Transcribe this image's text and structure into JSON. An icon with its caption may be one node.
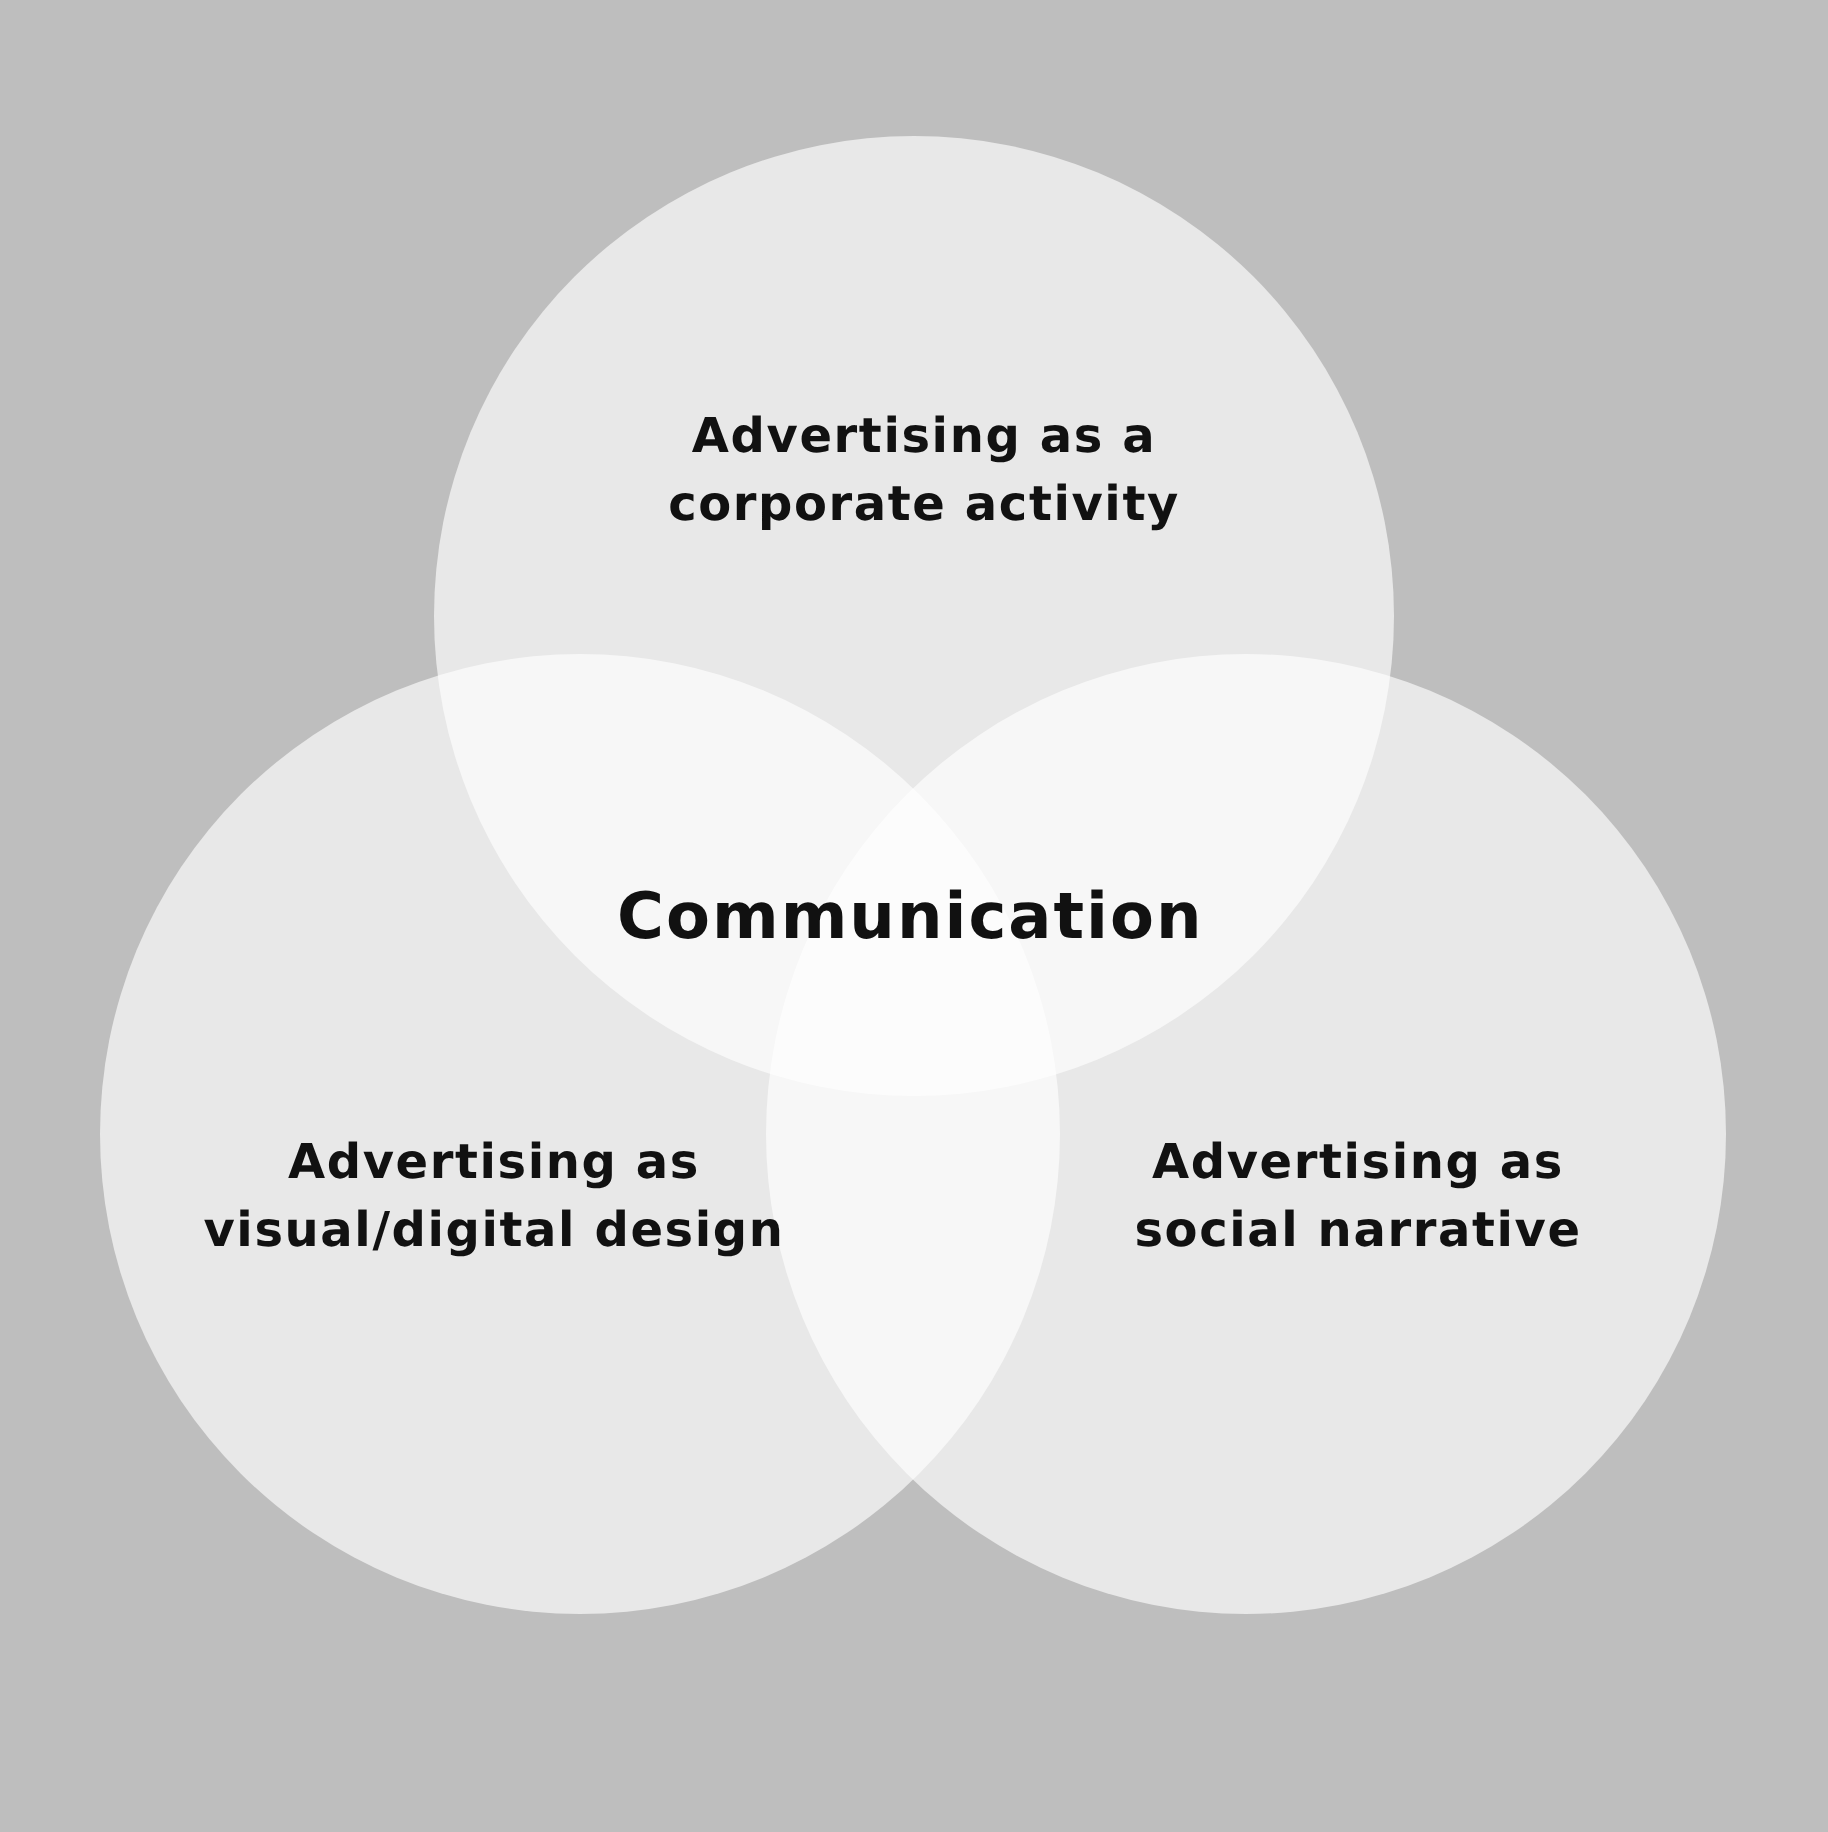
{
  "diagram": {
    "nodes": [
      {
        "text": [
          "Advertising as a corporate activity"
        ]
      },
      {
        "text": [
          "Advertising as visual/digital design"
        ]
      },
      {
        "text": [
          "Advertising as social narrative"
        ]
      }
    ],
    "labels": [
      "Communication"
    ]
  }
}
